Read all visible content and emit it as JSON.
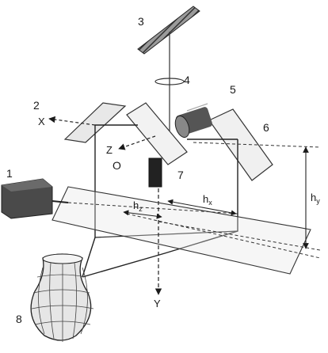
{
  "labels": {
    "n1": "1",
    "n2": "2",
    "n3": "3",
    "n4": "4",
    "n5": "5",
    "n6": "6",
    "n7": "7",
    "n8": "8",
    "origin": "O"
  },
  "axes": {
    "x": "X",
    "y": "Y",
    "z": "Z"
  },
  "measures": {
    "hx_main": "h",
    "hx_sub": "x",
    "hy_main": "h",
    "hy_sub": "y",
    "hz_main": "h",
    "hz_sub": "z"
  }
}
